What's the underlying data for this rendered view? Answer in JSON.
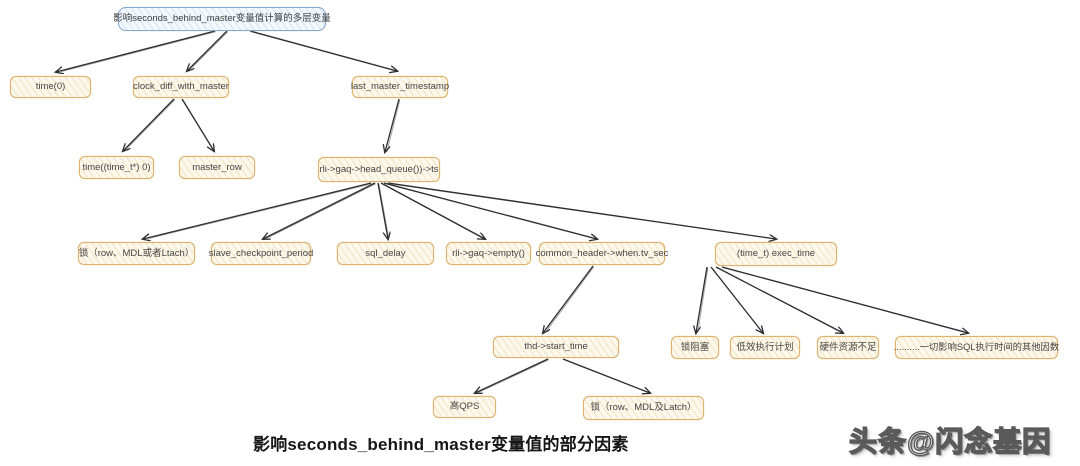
{
  "caption": "影响seconds_behind_master变量值的部分因素",
  "brand_watermark": "头条@闪念基因",
  "colors": {
    "node_border": "#dcb26c",
    "node_fill": "#fdf8ec",
    "root_border": "#7ea9d8",
    "root_fill": "#f4f9fe",
    "edge": "#2d2d2d",
    "caption_text": "#161616"
  },
  "diagram": {
    "nodes": [
      {
        "id": "root",
        "label": "影响seconds_behind_master变量值计算的多层变量"
      },
      {
        "id": "time0",
        "label": "time(0)"
      },
      {
        "id": "clock_diff_with_master",
        "label": "clock_diff_with_master"
      },
      {
        "id": "last_master_timestamp",
        "label": "last_master_timestamp"
      },
      {
        "id": "time_time_t_0",
        "label": "time((time_t*) 0)"
      },
      {
        "id": "master_row",
        "label": "master_row"
      },
      {
        "id": "rli_gaq_head_queue_ts",
        "label": "rli->gaq->head_queue())->ts"
      },
      {
        "id": "lock_row_mdl_ltach",
        "label": "锁（row、MDL或者Ltach）"
      },
      {
        "id": "slave_checkpoint_period",
        "label": "slave_checkpoint_period"
      },
      {
        "id": "sql_delay",
        "label": "sql_delay"
      },
      {
        "id": "rli_gaq_empty",
        "label": "rli->gaq->empty()"
      },
      {
        "id": "common_header_when_tv_sec",
        "label": "common_header->when.tv_sec"
      },
      {
        "id": "time_t_exec_time",
        "label": "(time_t) exec_time"
      },
      {
        "id": "thd_start_time",
        "label": "thd->start_time"
      },
      {
        "id": "lock_blocking",
        "label": "锁阻塞"
      },
      {
        "id": "inefficient_plan",
        "label": "低效执行计划"
      },
      {
        "id": "insufficient_hardware",
        "label": "硬件资源不足"
      },
      {
        "id": "other_factors",
        "label": "..........一切影响SQL执行时间的其他因数"
      },
      {
        "id": "high_qps",
        "label": "高QPS"
      },
      {
        "id": "lock_row_mdl_latch",
        "label": "锁（row、MDL及Latch）"
      }
    ],
    "edges": [
      {
        "from": "root",
        "to": "time0"
      },
      {
        "from": "root",
        "to": "clock_diff_with_master"
      },
      {
        "from": "root",
        "to": "last_master_timestamp"
      },
      {
        "from": "clock_diff_with_master",
        "to": "time_time_t_0"
      },
      {
        "from": "clock_diff_with_master",
        "to": "master_row"
      },
      {
        "from": "last_master_timestamp",
        "to": "rli_gaq_head_queue_ts"
      },
      {
        "from": "rli_gaq_head_queue_ts",
        "to": "lock_row_mdl_ltach"
      },
      {
        "from": "rli_gaq_head_queue_ts",
        "to": "slave_checkpoint_period"
      },
      {
        "from": "rli_gaq_head_queue_ts",
        "to": "sql_delay"
      },
      {
        "from": "rli_gaq_head_queue_ts",
        "to": "rli_gaq_empty"
      },
      {
        "from": "rli_gaq_head_queue_ts",
        "to": "common_header_when_tv_sec"
      },
      {
        "from": "rli_gaq_head_queue_ts",
        "to": "time_t_exec_time"
      },
      {
        "from": "common_header_when_tv_sec",
        "to": "thd_start_time"
      },
      {
        "from": "time_t_exec_time",
        "to": "lock_blocking"
      },
      {
        "from": "time_t_exec_time",
        "to": "inefficient_plan"
      },
      {
        "from": "time_t_exec_time",
        "to": "insufficient_hardware"
      },
      {
        "from": "time_t_exec_time",
        "to": "other_factors"
      },
      {
        "from": "thd_start_time",
        "to": "high_qps"
      },
      {
        "from": "thd_start_time",
        "to": "lock_row_mdl_latch"
      }
    ]
  }
}
